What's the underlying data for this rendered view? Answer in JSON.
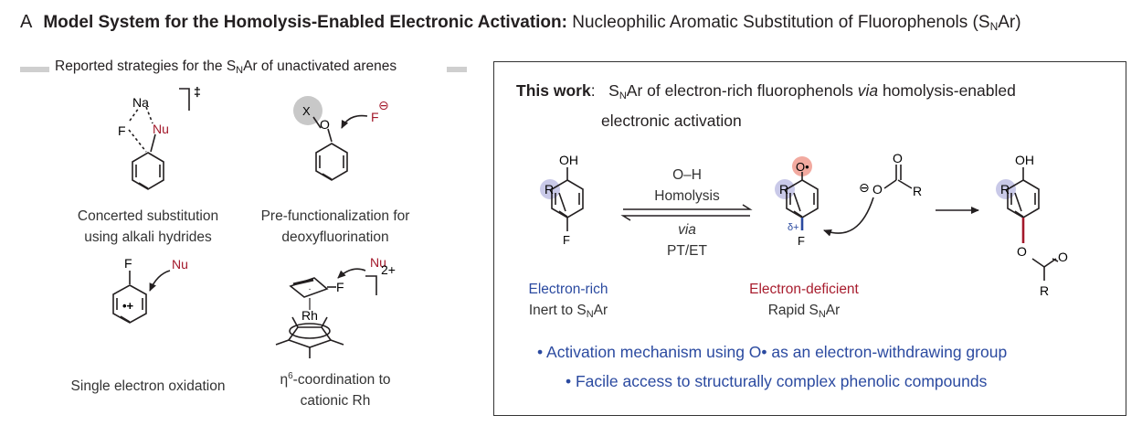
{
  "heading": {
    "panel_letter": "A",
    "bold_part": "Model System for the Homolysis-Enabled Electronic Activation:",
    "normal_part_before_sub": "Nucleophilic Aromatic Substitution of Fluorophenols (S",
    "sub": "N",
    "normal_part_after_sub": "Ar)"
  },
  "reported": {
    "label_before_sub": "Reported strategies for the S",
    "label_sub": "N",
    "label_after_sub": "Ar of unactivated arenes",
    "strategies": [
      {
        "line1": "Concerted substitution",
        "line2": "using alkali hydrides"
      },
      {
        "line1": "Pre-functionalization for",
        "line2": "deoxyfluorination"
      },
      {
        "line1": "Single electron oxidation",
        "line2": ""
      },
      {
        "line1_sym": "η",
        "line1_sup": "6",
        "line1_rest": "-coordination to",
        "line2": "cationic Rh"
      }
    ]
  },
  "this_work": {
    "lead": "This work",
    "colon": ":",
    "text_s": "S",
    "text_sub": "N",
    "text_mid": "Ar of electron-rich fluorophenols ",
    "text_via": "via",
    "text_end": " homolysis-enabled",
    "line2": "electronic activation",
    "arrow_top1": "O–H",
    "arrow_top2": "Homolysis",
    "arrow_bottom1": "via",
    "arrow_bottom2": "PT/ET",
    "left_label_colored": "Electron-rich",
    "left_label2_before_sub": "Inert to S",
    "left_label2_sub": "N",
    "left_label2_after": "Ar",
    "mid_label_colored": "Electron-deficient",
    "mid_label2_before_sub": "Rapid S",
    "mid_label2_sub": "N",
    "mid_label2_after": "Ar",
    "bullets": [
      "• Activation mechanism using O• as an electron-withdrawing group",
      "• Facile access to structurally complex phenolic compounds"
    ]
  },
  "chem_labels": {
    "Na": "Na",
    "F": "F",
    "Nu": "Nu",
    "X": "X",
    "O": "O",
    "OH": "OH",
    "R": "R",
    "Rh": "Rh",
    "double_dagger": "‡",
    "charge_2plus": "2+",
    "minus": "⊖",
    "delta_plus": "δ+",
    "radical_cation": "•+",
    "O_radical": "O•"
  },
  "colors": {
    "text": "#231f20",
    "nucleophile_red": "#a3182a",
    "blue_text": "#2b4aa0",
    "red_text": "#a81d2e",
    "R_circle": "#c9c9e8",
    "O_radical_circle": "#f2aaa0",
    "X_circle": "#c8c8c8",
    "box_border": "#333333"
  }
}
